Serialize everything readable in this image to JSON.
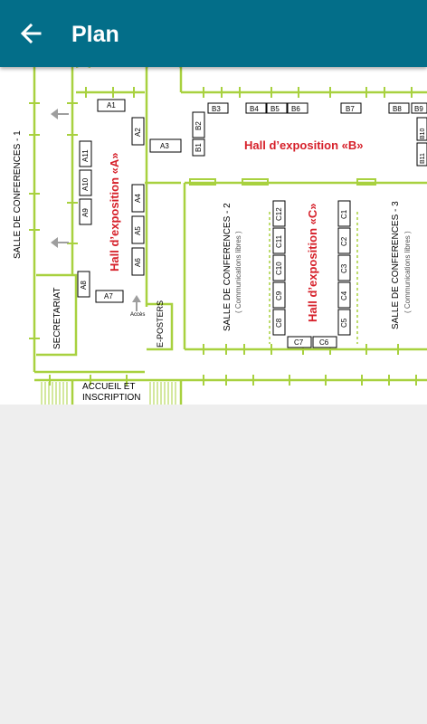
{
  "appbar": {
    "title": "Plan",
    "back_icon": "arrow-left-icon",
    "background": "#036e89"
  },
  "plan": {
    "colors": {
      "wall": "#a8d13f",
      "hall_label": "#d6202a",
      "text": "#000000",
      "muted": "#555555"
    },
    "rooms": {
      "salle1": "SALLE DE CONFERENCES - 1",
      "salle2": "SALLE DE CONFERENCES - 2",
      "salle3": "SALLE DE CONFERENCES - 3",
      "communications": "( Communications libres )",
      "hall_a": "Hall d’exposition «A»",
      "hall_b": "Hall d’exposition «B»",
      "hall_c": "Hall d’exposition «C»",
      "secretariat": "SECRETARIAT",
      "eposters": "E-POSTERS",
      "accueil_1": "ACCUEIL ET",
      "accueil_2": "INSCRIPTION",
      "acces": "Accès"
    },
    "stands": {
      "A1": "A1",
      "A2": "A2",
      "A3": "A3",
      "A4": "A4",
      "A5": "A5",
      "A6": "A6",
      "A7": "A7",
      "A8": "A8",
      "A9": "A9",
      "A10": "A10",
      "A11": "A11",
      "B1": "B1",
      "B2": "B2",
      "B3": "B3",
      "B4": "B4",
      "B5": "B5",
      "B6": "B6",
      "B7": "B7",
      "B8": "B8",
      "B9": "B9",
      "B10": "B10",
      "B11": "B11",
      "C1": "C1",
      "C2": "C2",
      "C3": "C3",
      "C4": "C4",
      "C5": "C5",
      "C6": "C6",
      "C7": "C7",
      "C8": "C8",
      "C9": "C9",
      "C10": "C10",
      "C11": "C11",
      "C12": "C12"
    }
  }
}
